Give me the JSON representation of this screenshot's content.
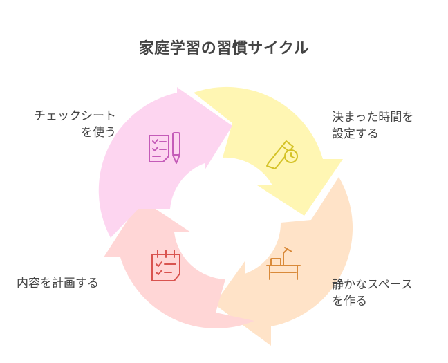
{
  "title": "家庭学習の習慣サイクル",
  "steps": [
    {
      "lines": [
        "決まった時間を",
        "設定する"
      ],
      "icon": "pencil-clock-icon",
      "color": "#fff6b3",
      "stroke": "#d4c227"
    },
    {
      "lines": [
        "静かなスペース",
        "を作る"
      ],
      "icon": "desk-lamp-icon",
      "color": "#ffe3c8",
      "stroke": "#d98a3a"
    },
    {
      "lines": [
        "内容を計画する"
      ],
      "icon": "planner-icon",
      "color": "#ffd6d6",
      "stroke": "#d9534f"
    },
    {
      "lines": [
        "チェックシート",
        "を使う"
      ],
      "icon": "checklist-pen-icon",
      "color": "#fdd5f0",
      "stroke": "#c45bb8"
    }
  ]
}
